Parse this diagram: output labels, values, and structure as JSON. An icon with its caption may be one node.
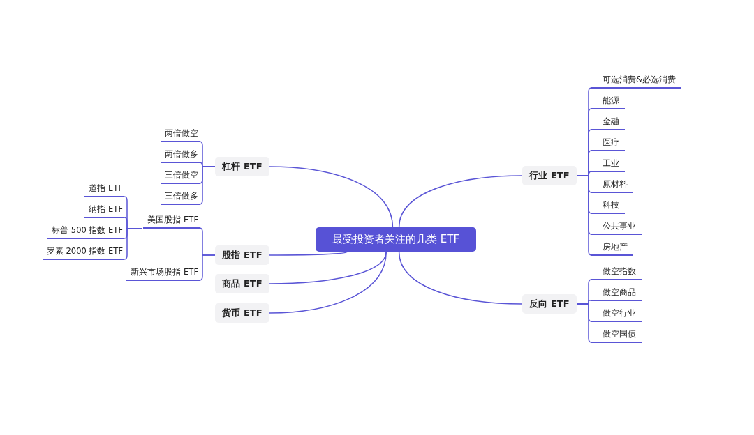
{
  "diagram": {
    "nodes": [
      {
        "text": [
          "最受投资者关注的几类 ETF"
        ]
      },
      {
        "text": [
          "杠杆 ETF"
        ]
      },
      {
        "text": [
          "两倍做空"
        ]
      },
      {
        "text": [
          "两倍做多"
        ]
      },
      {
        "text": [
          "三倍做空"
        ]
      },
      {
        "text": [
          "三倍做多"
        ]
      },
      {
        "text": [
          "股指 ETF"
        ]
      },
      {
        "text": [
          "美国股指 ETF"
        ]
      },
      {
        "text": [
          "道指 ETF"
        ]
      },
      {
        "text": [
          "纳指 ETF"
        ]
      },
      {
        "text": [
          "标普 500 指数 ETF"
        ]
      },
      {
        "text": [
          "罗素 2000 指数 ETF"
        ]
      },
      {
        "text": [
          "新兴市场股指 ETF"
        ]
      },
      {
        "text": [
          "商品 ETF"
        ]
      },
      {
        "text": [
          "货币 ETF"
        ]
      },
      {
        "text": [
          "行业 ETF"
        ]
      },
      {
        "text": [
          "可选消费&必选消费"
        ]
      },
      {
        "text": [
          "能源"
        ]
      },
      {
        "text": [
          "金融"
        ]
      },
      {
        "text": [
          "医疗"
        ]
      },
      {
        "text": [
          "工业"
        ]
      },
      {
        "text": [
          "原材料"
        ]
      },
      {
        "text": [
          "科技"
        ]
      },
      {
        "text": [
          "公共事业"
        ]
      },
      {
        "text": [
          "房地产"
        ]
      },
      {
        "text": [
          "反向 ETF"
        ]
      },
      {
        "text": [
          "做空指数"
        ]
      },
      {
        "text": [
          "做空商品"
        ]
      },
      {
        "text": [
          "做空行业"
        ]
      },
      {
        "text": [
          "做空国债"
        ]
      }
    ],
    "edges": [
      {
        "from": 0,
        "to": 1,
        "arrow": "none"
      },
      {
        "from": 0,
        "to": 6,
        "arrow": "none"
      },
      {
        "from": 0,
        "to": 13,
        "arrow": "none"
      },
      {
        "from": 0,
        "to": 14,
        "arrow": "none"
      },
      {
        "from": 0,
        "to": 15,
        "arrow": "none"
      },
      {
        "from": 0,
        "to": 25,
        "arrow": "none"
      },
      {
        "from": 1,
        "to": 2,
        "arrow": "none"
      },
      {
        "from": 1,
        "to": 3,
        "arrow": "none"
      },
      {
        "from": 1,
        "to": 4,
        "arrow": "none"
      },
      {
        "from": 1,
        "to": 5,
        "arrow": "none"
      },
      {
        "from": 6,
        "to": 7,
        "arrow": "none"
      },
      {
        "from": 6,
        "to": 12,
        "arrow": "none"
      },
      {
        "from": 7,
        "to": 8,
        "arrow": "none"
      },
      {
        "from": 7,
        "to": 9,
        "arrow": "none"
      },
      {
        "from": 7,
        "to": 10,
        "arrow": "none"
      },
      {
        "from": 7,
        "to": 11,
        "arrow": "none"
      },
      {
        "from": 15,
        "to": 16,
        "arrow": "none"
      },
      {
        "from": 15,
        "to": 17,
        "arrow": "none"
      },
      {
        "from": 15,
        "to": 18,
        "arrow": "none"
      },
      {
        "from": 15,
        "to": 19,
        "arrow": "none"
      },
      {
        "from": 15,
        "to": 20,
        "arrow": "none"
      },
      {
        "from": 15,
        "to": 21,
        "arrow": "none"
      },
      {
        "from": 15,
        "to": 22,
        "arrow": "none"
      },
      {
        "from": 15,
        "to": 23,
        "arrow": "none"
      },
      {
        "from": 15,
        "to": 24,
        "arrow": "none"
      },
      {
        "from": 25,
        "to": 26,
        "arrow": "none"
      },
      {
        "from": 25,
        "to": 27,
        "arrow": "none"
      },
      {
        "from": 25,
        "to": 28,
        "arrow": "none"
      },
      {
        "from": 25,
        "to": 29,
        "arrow": "none"
      }
    ]
  }
}
